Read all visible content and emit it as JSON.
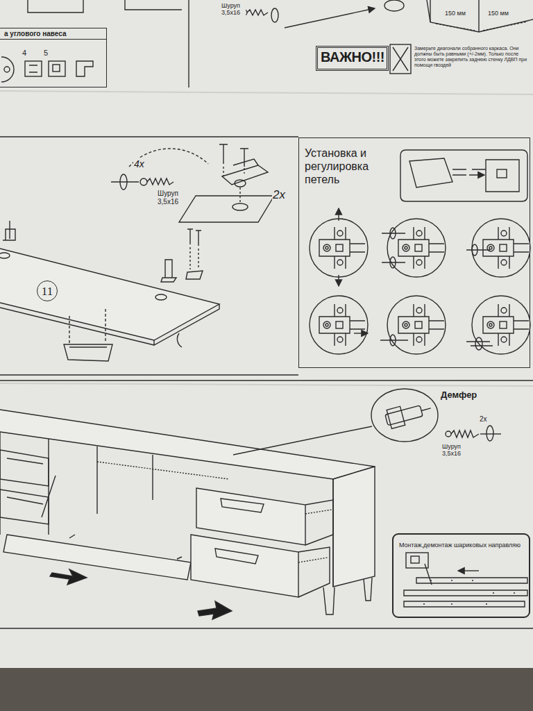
{
  "diagram": {
    "nodes": [
      {
        "text": [
          "а углового навеса"
        ]
      },
      {
        "text": [
          "ВАЖНО!!!"
        ]
      },
      {
        "text": [
          "Установка и регулировка петель"
        ]
      },
      {
        "text": [
          "11"
        ]
      },
      {
        "text": [
          "Монтаж,демонтаж шариковых направляю"
        ]
      }
    ],
    "labels": [
      "Шуруп 3,5x16",
      "150 мм",
      "150 мм",
      "4",
      "5",
      "Замерьте диагонали собранного каркаса. Они должны быть равными (+/-2мм). Только после этого можете закрепить заднюю стенку ЛДВП при помощи гвоздей",
      "4x",
      "Шуруп 3,5x16",
      "2x",
      "Демфер",
      "2x",
      "Шуруп 3,5x16"
    ]
  }
}
